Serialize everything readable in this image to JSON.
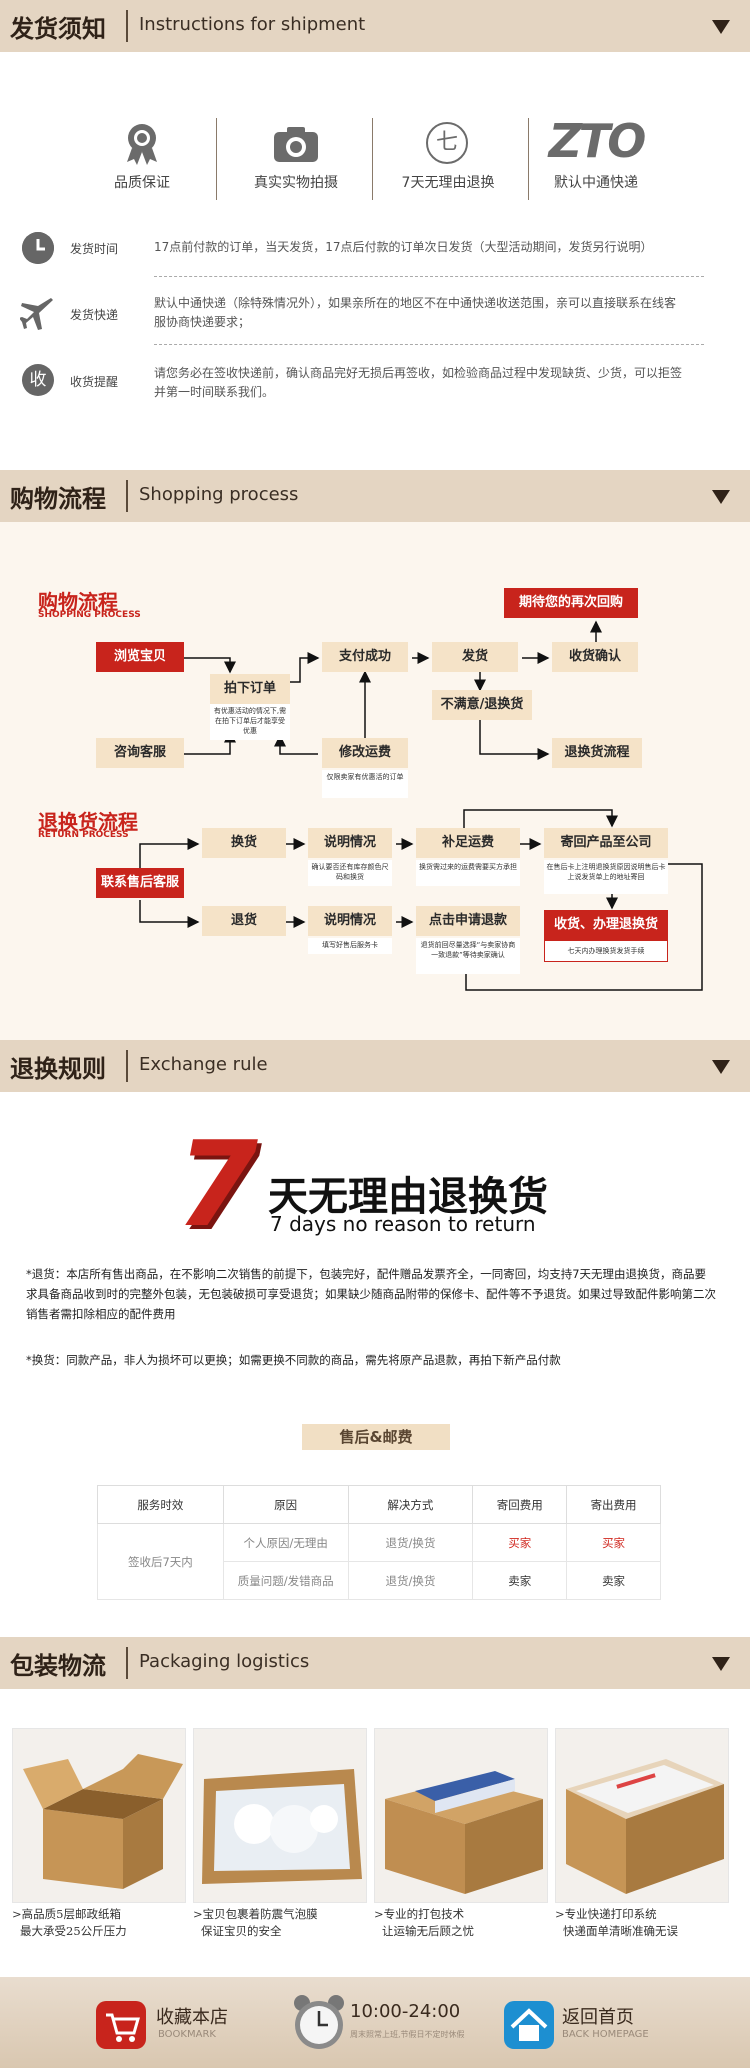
{
  "shipment": {
    "title_zh": "发货须知",
    "title_en": "Instructions for shipment",
    "features": [
      {
        "icon": "medal-icon",
        "label": "品质保证"
      },
      {
        "icon": "camera-icon",
        "label": "真实实物拍摄"
      },
      {
        "icon": "seven-icon",
        "glyph": "七",
        "label": "7天无理由退换"
      },
      {
        "icon": "zto-logo",
        "glyph": "ZTO",
        "label": "默认中通快递"
      }
    ],
    "rows": [
      {
        "icon": "clock-icon",
        "label": "发货时间",
        "text": "17点前付款的订单，当天发货，17点后付款的订单次日发货（大型活动期间，发货另行说明）"
      },
      {
        "icon": "plane-icon",
        "label": "发货快递",
        "text": "默认中通快递（除特殊情况外），如果亲所在的地区不在中通快递收送范围，亲可以直接联系在线客服协商快递要求；"
      },
      {
        "icon": "receive-icon",
        "glyph": "收",
        "label": "收货提醒",
        "text": "请您务必在签收快递前，确认商品完好无损后再签收，如检验商品过程中发现缺货、少货，可以拒签并第一时间联系我们。"
      }
    ]
  },
  "shopping": {
    "title_zh": "购物流程",
    "title_en": "Shopping process",
    "process_title": "购物流程",
    "process_sub": "SHOPPING PROCESS",
    "browse": "浏览宝贝",
    "consult": "咨询客服",
    "order": "拍下订单",
    "order_note": "有优惠活动的情况下,需在拍下订单后才能享受优惠",
    "pay_ok": "支付成功",
    "modify": "修改运费",
    "modify_note": "仅限卖家有优惠活的订单",
    "ship": "发货",
    "confirm": "收货确认",
    "expect": "期待您的再次回购",
    "unsatisfied": "不满意/退换货",
    "return_flow": "退换货流程",
    "return_title": "退换货流程",
    "return_sub": "RETURN PROCESS",
    "contact": "联系售后客服",
    "exchange": "换货",
    "refund": "退货",
    "explain1": "说明情况",
    "explain1_note": "确认要否还有库存颜色尺码和换货",
    "explain2": "说明情况",
    "explain2_note": "填写好售后服务卡",
    "freight": "补足运费",
    "freight_note": "换货需过来的运费需要买方承担",
    "apply": "点击申请退款",
    "apply_note": "退货前回尽量选择“与卖家协商一致退款”等待卖家确认",
    "send_back": "寄回产品至公司",
    "send_back_note": "在售后卡上注明退换货原因说明售后卡上说发货单上的地址寄回",
    "receive_return": "收货、办理退换货",
    "receive_return_note": "七天内办理换货发货手续"
  },
  "exchange": {
    "title_zh": "退换规则",
    "title_en": "Exchange rule",
    "big7": "7",
    "slogan_zh": "天无理由退换货",
    "slogan_en": "7 days no reason to return",
    "rule1": "*退货：本店所有售出商品，在不影响二次销售的前提下，包装完好，配件赠品发票齐全，一同寄回，均支持7天无理由退换货，商品要求具备商品收到时的完整外包装，无包装破损可享受退货；如果缺少随商品附带的保修卡、配件等不予退货。如果过导致配件影响第二次销售者需扣除相应的配件费用",
    "rule2": "*换货：同款产品，非人为损坏可以更换；如需更换不同款的商品，需先将原产品退款，再拍下新产品付款",
    "after_sale": "售后&邮费",
    "table": {
      "headers": [
        "服务时效",
        "原因",
        "解决方式",
        "寄回费用",
        "寄出费用"
      ],
      "period": "签收后7天内",
      "rows": [
        [
          "个人原因/无理由",
          "退货/换货",
          "买家",
          "买家"
        ],
        [
          "质量问题/发错商品",
          "退货/换货",
          "卖家",
          "卖家"
        ]
      ]
    },
    "accent": "#d0261e"
  },
  "packaging": {
    "title_zh": "包装物流",
    "title_en": "Packaging logistics",
    "items": [
      {
        "line1": ">高品质5层邮政纸箱",
        "line2": "最大承受25公斤压力"
      },
      {
        "line1": ">宝贝包裹着防震气泡膜",
        "line2": "保证宝贝的安全"
      },
      {
        "line1": ">专业的打包技术",
        "line2": "让运输无后顾之忧"
      },
      {
        "line1": ">专业快递打印系统",
        "line2": "快递面单清晰准确无误"
      }
    ]
  },
  "footer": {
    "bookmark_zh": "收藏本店",
    "bookmark_en": "BOOKMARK",
    "hours": "10:00-24:00",
    "hours_note": "周末照常上班,节假日不定时休假",
    "home_zh": "返回首页",
    "home_en": "BACK HOMEPAGE"
  },
  "colors": {
    "header_bg": "#e4d5c2",
    "brand_red": "#c8241c",
    "box_beige": "#f5e3c8"
  }
}
